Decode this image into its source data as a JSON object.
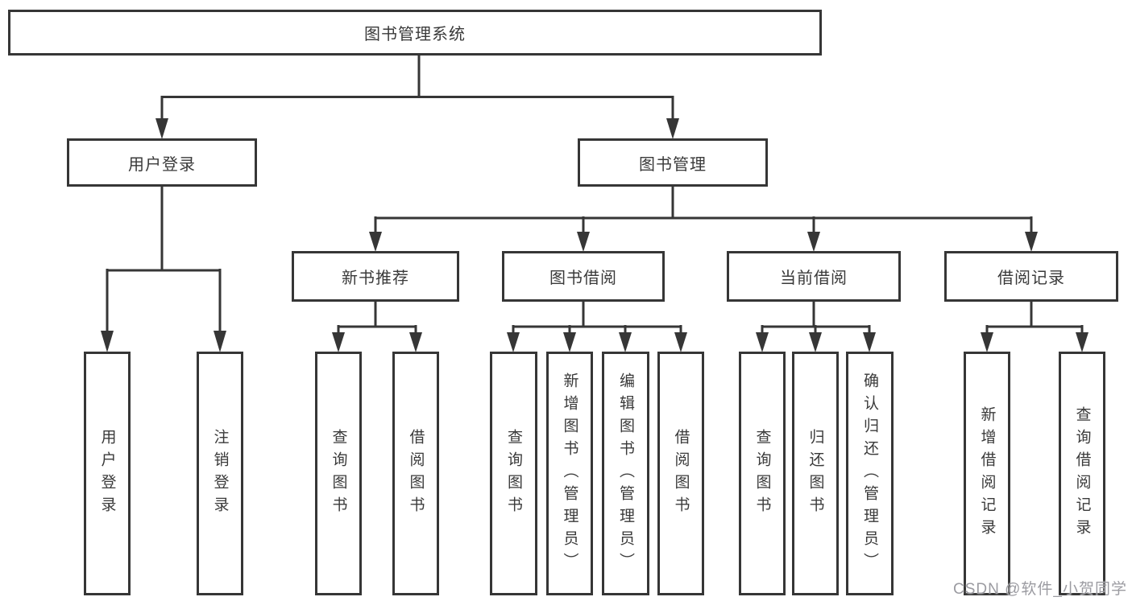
{
  "diagram": {
    "root": {
      "label": "图书管理系统"
    },
    "branches": [
      {
        "label": "用户登录",
        "children": [
          "用户登录",
          "注销登录"
        ]
      },
      {
        "label": "图书管理",
        "children": [
          {
            "label": "新书推荐",
            "children": [
              "查询图书",
              "借阅图书"
            ]
          },
          {
            "label": "图书借阅",
            "children": [
              "查询图书",
              "新增图书（管理员）",
              "编辑图书（管理员）",
              "借阅图书"
            ]
          },
          {
            "label": "当前借阅",
            "children": [
              "查询图书",
              "归还图书",
              "确认归还（管理员）"
            ]
          },
          {
            "label": "借阅记录",
            "children": [
              "新增借阅记录",
              "查询借阅记录"
            ]
          }
        ]
      }
    ],
    "watermark": "CSDN @软件_小贺同学",
    "colors": {
      "line": "#363636",
      "box_border": "#363636",
      "box_fill": "#ffffff",
      "text": "#3a3a3a",
      "watermark": "#9b9ba1"
    }
  }
}
